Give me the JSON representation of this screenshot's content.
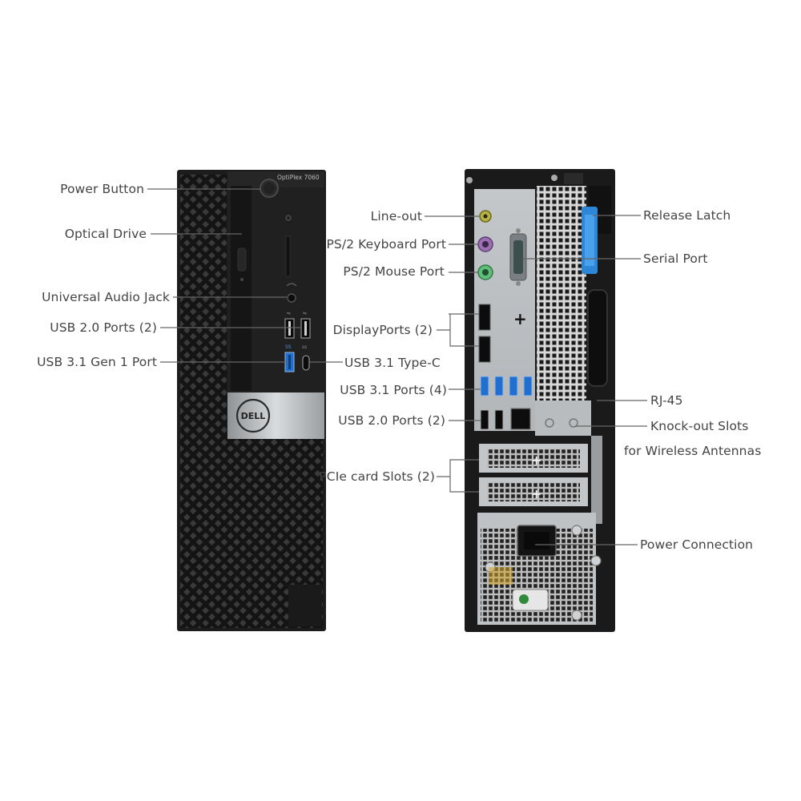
{
  "product": {
    "model_label": "OptiPlex 7060",
    "brand_logo": "DELL"
  },
  "front_labels": {
    "power_button": "Power Button",
    "optical_drive": "Optical Drive",
    "audio_jack": "Universal Audio Jack",
    "usb20": "USB 2.0 Ports (2)",
    "usb31_gen1": "USB 3.1 Gen 1 Port",
    "usb31_typec": "USB 3.1 Type-C"
  },
  "rear_labels": {
    "line_out": "Line-out",
    "ps2_keyboard": "PS/2 Keyboard Port",
    "ps2_mouse": "PS/2 Mouse Port",
    "displayports": "DisplayPorts (2)",
    "usb31": "USB 3.1 Ports (4)",
    "usb20": "USB 2.0 Ports (2)",
    "pcie": "PCIe card Slots (2)",
    "release_latch": "Release Latch",
    "serial_port": "Serial Port",
    "rj45": "RJ-45",
    "knockout_line1": "Knock-out Slots",
    "knockout_line2": "for Wireless Antennas",
    "power_connection": "Power Connection"
  },
  "colors": {
    "chassis": "#1c1c1c",
    "mesh": "#2a2a2a",
    "panel_metal": "#c9ccce",
    "usb3_blue": "#1f6fd1",
    "latch_blue": "#2e86d6",
    "ps2_keyboard": "#9c6fb3",
    "ps2_mouse": "#5fbf7a",
    "line_out": "#b7b23c",
    "label_text": "#444444",
    "leader_line": "#666666"
  },
  "icons": [
    "usb-icon",
    "usb3-icon",
    "headset-icon",
    "plus-icon",
    "power-icon",
    "dell-logo"
  ]
}
